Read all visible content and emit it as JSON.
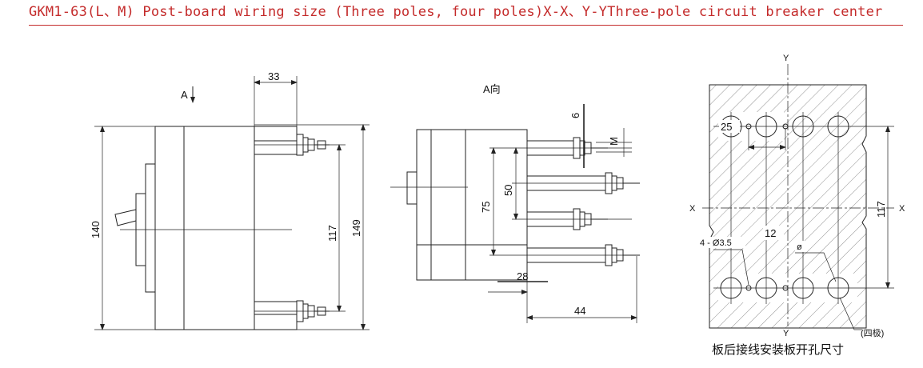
{
  "header": {
    "title": "GKM1-63(L、M) Post-board wiring size (Three poles, four poles)X-X、Y-YThree-pole circuit breaker center"
  },
  "side_view": {
    "arrow_label": "A",
    "dim_33": "33",
    "dim_140": "140",
    "dim_117": "117",
    "dim_149": "149"
  },
  "a_view": {
    "title": "A向",
    "dim_6": "6",
    "dim_M": "M",
    "dim_50": "50",
    "dim_75": "75",
    "dim_28": "28",
    "dim_44": "44"
  },
  "panel_view": {
    "label_y_top": "Y",
    "label_y_bottom": "Y",
    "label_x_left": "X",
    "label_x_right": "X",
    "dim_25": "25",
    "dim_12": "12",
    "dim_117": "117",
    "hole_note": "4 - Ø3.5",
    "dia_note": "ø",
    "four_pole_note": "(四极)",
    "caption": "板后接线安装板开孔尺寸"
  },
  "colors": {
    "title_red": "#c42b2b",
    "line": "#222222"
  }
}
